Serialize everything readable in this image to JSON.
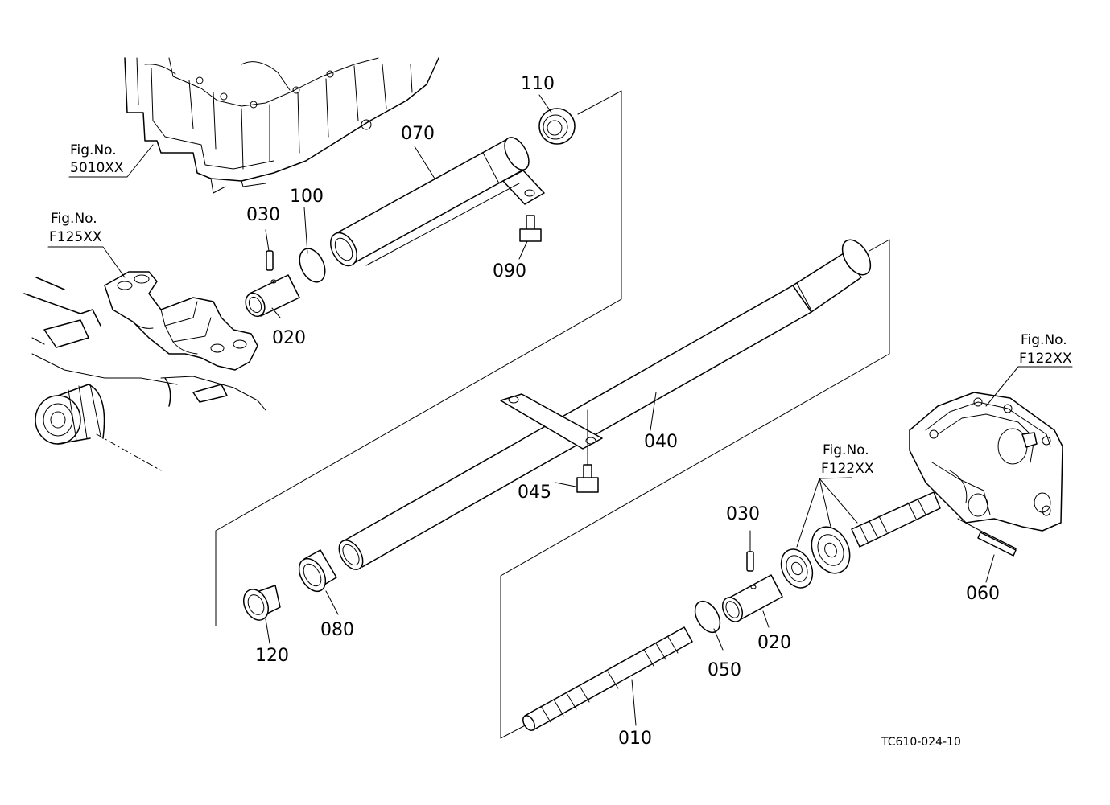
{
  "figure_refs": {
    "top": {
      "line1": "Fig.No.",
      "line2": "5010XX"
    },
    "left": {
      "line1": "Fig.No.",
      "line2": "F125XX"
    },
    "right": {
      "line1": "Fig.No.",
      "line2": "F122XX"
    },
    "bearing": {
      "line1": "Fig.No.",
      "line2": "F122XX"
    }
  },
  "part_labels": {
    "p110": "110",
    "p070": "070",
    "p100": "100",
    "p030a": "030",
    "p090": "090",
    "p020a": "020",
    "p040": "040",
    "p045": "045",
    "p030b": "030",
    "p060": "060",
    "p020b": "020",
    "p120": "120",
    "p080": "080",
    "p050": "050",
    "p010": "010"
  },
  "drawing_code": "TC610-024-10"
}
